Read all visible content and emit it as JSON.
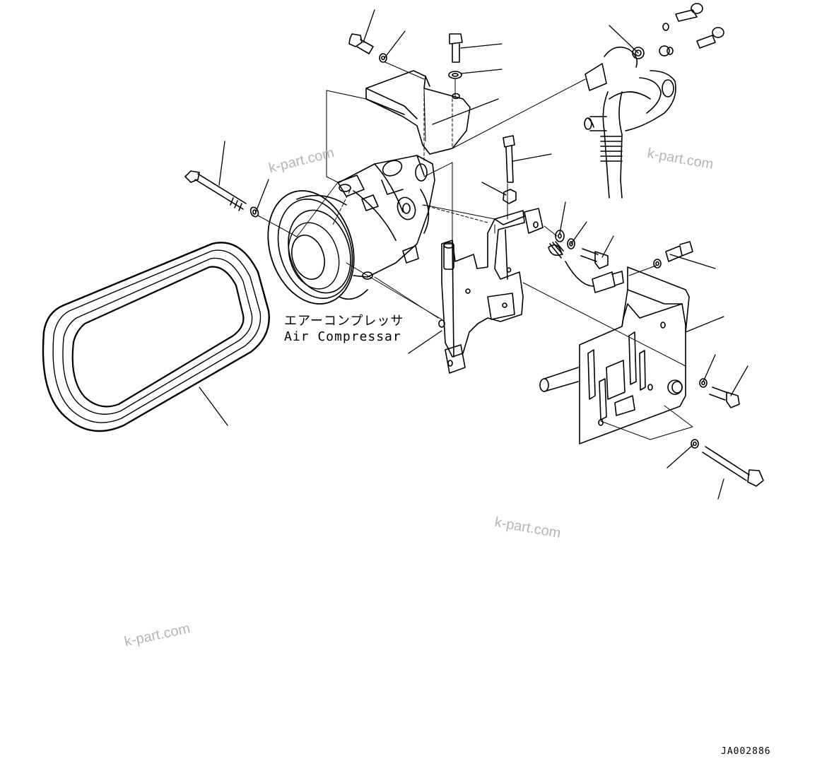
{
  "labels": {
    "compressor_jp": "エアーコンプレッサ",
    "compressor_en": "Air Compressar"
  },
  "watermarks": [
    "k-part.com",
    "k-part.com",
    "k-part.com",
    "k-part.com"
  ],
  "drawing_code": "JA002886",
  "colors": {
    "line": "#000000",
    "watermark": "#b5b5b5",
    "background": "#ffffff"
  }
}
